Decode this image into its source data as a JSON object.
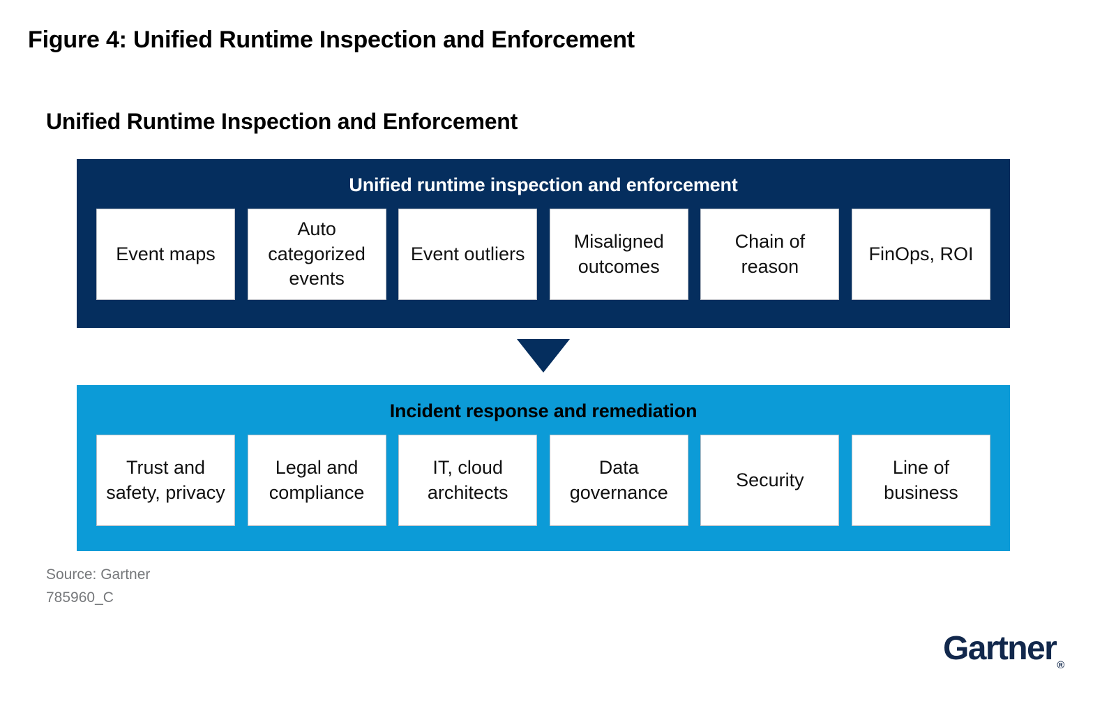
{
  "figure": {
    "title": "Figure 4: Unified Runtime Inspection and Enforcement",
    "heading": "Unified Runtime Inspection and Enforcement"
  },
  "colors": {
    "navy": "#052e5e",
    "light_blue": "#0c9bd7",
    "box_fill": "#ffffff",
    "box_border": "#b9bdc4",
    "source_text": "#76787b",
    "logo_navy": "#12284c"
  },
  "diagram": {
    "bands": [
      {
        "id": "unified-runtime-inspection-and-enforcement",
        "title": "Unified runtime inspection and enforcement",
        "background": "#052e5e",
        "title_color": "#ffffff",
        "items": [
          "Event maps",
          "Auto categorized events",
          "Event outliers",
          "Misaligned outcomes",
          "Chain of reason",
          "FinOps, ROI"
        ]
      },
      {
        "id": "incident-response-and-remediation",
        "title": "Incident response and remediation",
        "background": "#0c9bd7",
        "title_color": "#000000",
        "items": [
          "Trust and safety, privacy",
          "Legal and compliance",
          "IT, cloud architects",
          "Data governance",
          "Security",
          "Line of business"
        ]
      }
    ],
    "connector": {
      "icon": "arrow-down-icon",
      "direction": "down",
      "color": "#052e5e"
    }
  },
  "footer": {
    "source": "Source: Gartner",
    "document_id": "785960_C",
    "logo_text": "Gartner",
    "logo_mark": "®"
  }
}
